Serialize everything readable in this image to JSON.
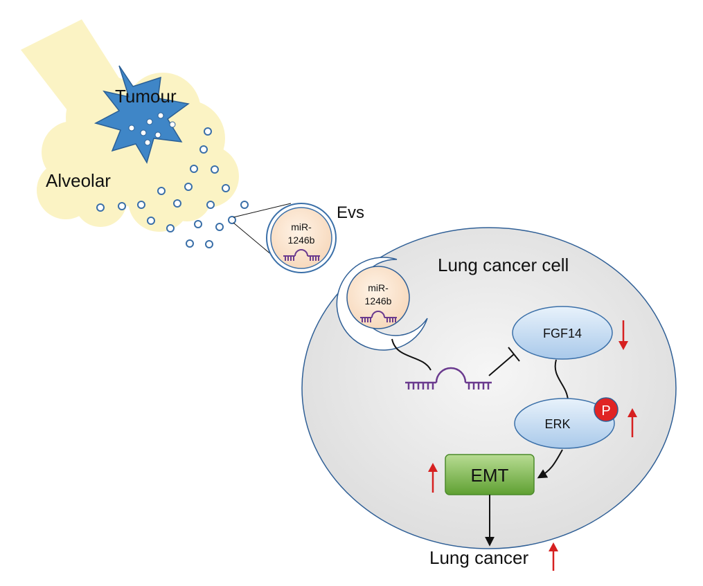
{
  "labels": {
    "tumour": "Tumour",
    "alveolar": "Alveolar",
    "evs": "Evs",
    "mir_line1": "miR-",
    "mir_line2": "1246b",
    "lung_cancer_cell": "Lung cancer cell",
    "fgf14": "FGF14",
    "erk": "ERK",
    "phospho": "P",
    "emt": "EMT",
    "lung_cancer": "Lung cancer"
  },
  "colors": {
    "alveolar_fill": "#fbf3c4",
    "tumour_fill": "#3f86c7",
    "vesicle_stroke": "#3a6fa8",
    "vesicle_fill": "#fdebd8",
    "cell_fill": "#e9e9e9",
    "cell_stroke": "#2f5f96",
    "protein_fill": "#cfe2f3",
    "emt_fill": "#7fba4e",
    "mirna_color": "#6a3a8e",
    "up_arrow": "#d62020",
    "down_arrow": "#d62020",
    "phospho_fill": "#e02424"
  },
  "regulation": {
    "fgf14": "down",
    "erk": "up",
    "emt": "up",
    "lung_cancer": "up"
  },
  "icons": [
    "tumour-star-icon",
    "extracellular-vesicle-icon",
    "mirna-hairpin-icon",
    "phosphorylation-icon",
    "up-arrow-icon",
    "down-arrow-icon",
    "inhibition-arrow-icon"
  ]
}
